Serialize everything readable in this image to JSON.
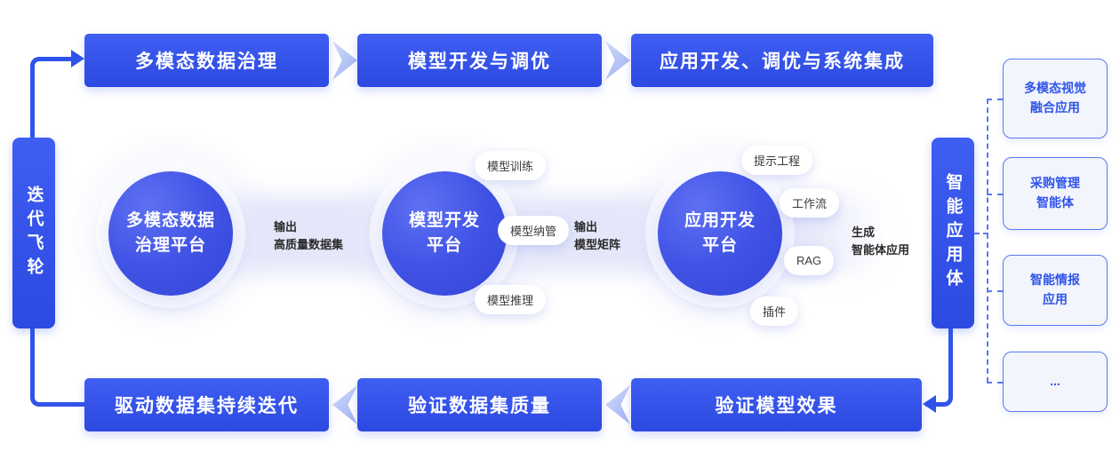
{
  "colors": {
    "primary_blue": "#2f54eb",
    "button_gradient_start": "#3f5ef2",
    "button_gradient_end": "#2c49e0",
    "glow_lavender": "#e6e8f8",
    "app_box_border": "#5b79ee",
    "app_box_text": "#2f54eb"
  },
  "left_bar": {
    "label": "迭代飞轮"
  },
  "right_bar": {
    "label": "智能应用体"
  },
  "top_flow": {
    "steps": [
      {
        "label": "多模态数据治理"
      },
      {
        "label": "模型开发与调优"
      },
      {
        "label": "应用开发、调优与系统集成"
      }
    ]
  },
  "bottom_flow": {
    "steps": [
      {
        "label": "驱动数据集持续迭代"
      },
      {
        "label": "验证数据集质量"
      },
      {
        "label": "验证模型效果"
      }
    ]
  },
  "platforms": [
    {
      "title_line1": "多模态数据",
      "title_line2": "治理平台",
      "output_line1": "输出",
      "output_line2": "高质量数据集"
    },
    {
      "title_line1": "模型开发",
      "title_line2": "平台",
      "output_line1": "输出",
      "output_line2": "模型矩阵",
      "satellites": [
        "模型训练",
        "模型纳管",
        "模型推理"
      ]
    },
    {
      "title_line1": "应用开发",
      "title_line2": "平台",
      "output_line1": "生成",
      "output_line2": "智能体应用",
      "satellites": [
        "提示工程",
        "工作流",
        "RAG",
        "插件"
      ]
    }
  ],
  "applications": [
    {
      "line1": "多模态视觉",
      "line2": "融合应用"
    },
    {
      "line1": "采购管理",
      "line2": "智能体"
    },
    {
      "line1": "智能情报",
      "line2": "应用"
    },
    {
      "line1": "..."
    }
  ]
}
